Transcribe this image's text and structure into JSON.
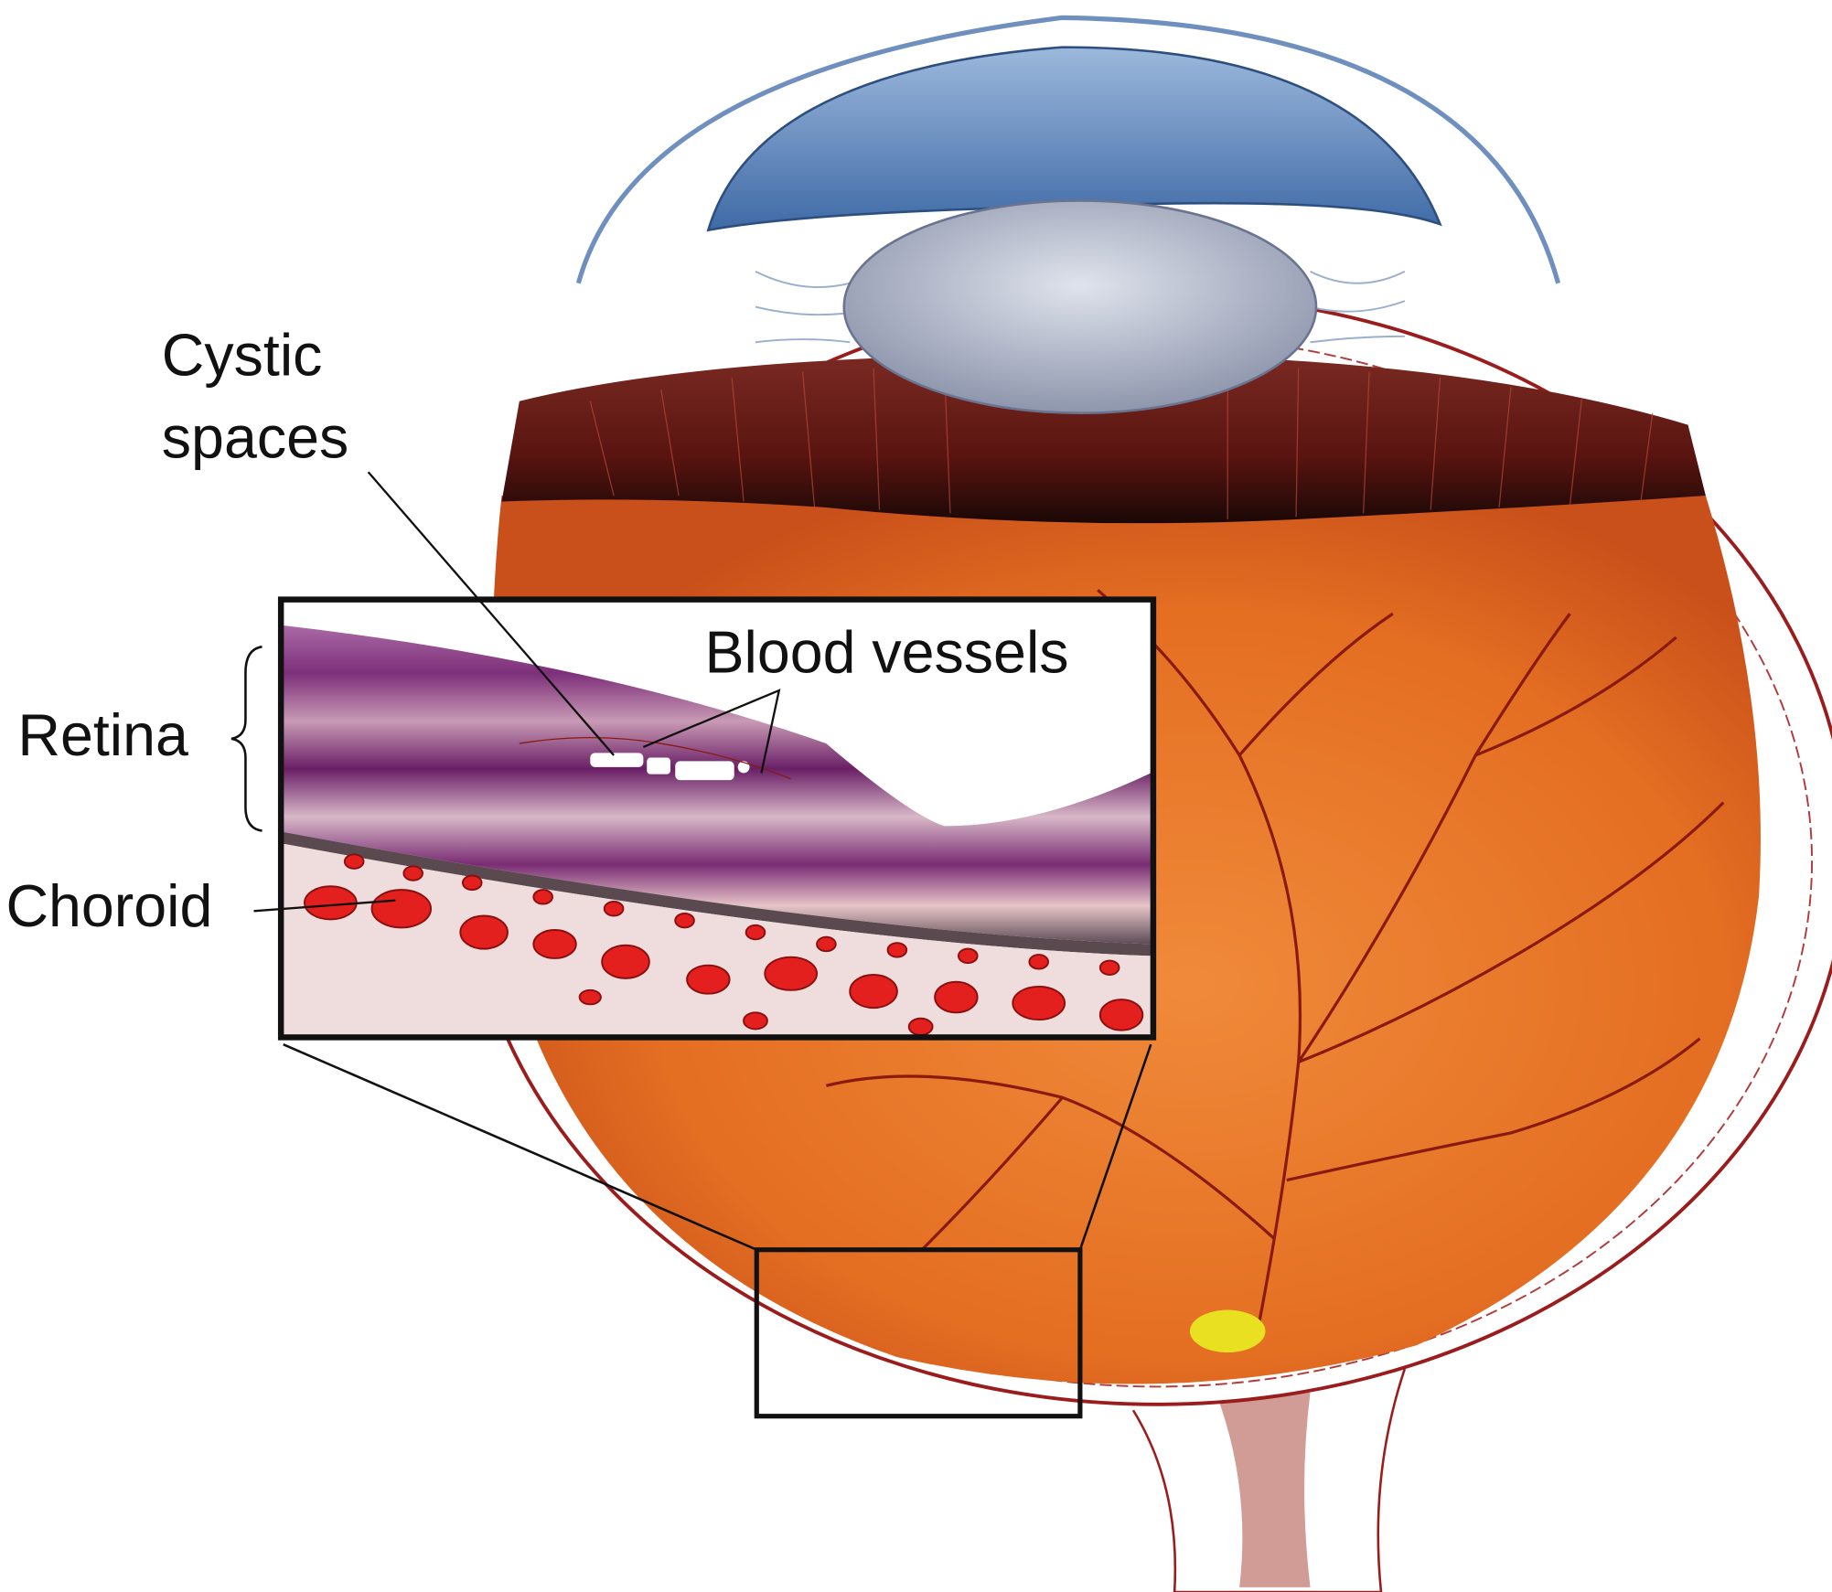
{
  "labels": {
    "cystic_line1": "Cystic",
    "cystic_line2": "spaces",
    "retina": "Retina",
    "choroid": "Choroid",
    "blood_vessels": "Blood vessels"
  },
  "colors": {
    "fundus": "#e9782c",
    "sclera_line": "#9b1c1c",
    "cornea": "#5f86b8",
    "retina_purple": "#8a3d86",
    "choroid_blood": "#e4201f",
    "optic_disc": "#e8e020"
  }
}
